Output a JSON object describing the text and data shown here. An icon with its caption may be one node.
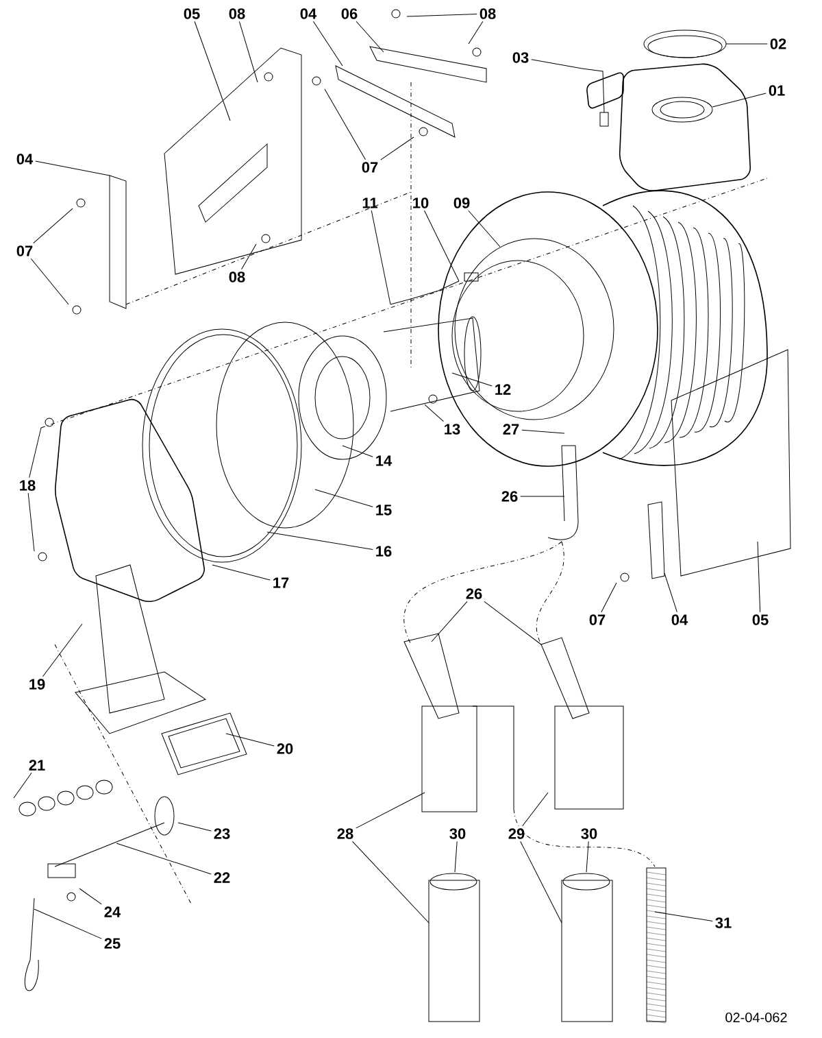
{
  "diagram": {
    "nodes": [
      {
        "text": [
          "05"
        ]
      },
      {
        "text": [
          "08"
        ]
      },
      {
        "text": [
          "04"
        ]
      },
      {
        "text": [
          "06"
        ]
      },
      {
        "text": [
          "08"
        ]
      },
      {
        "text": [
          "03"
        ]
      },
      {
        "text": [
          "02"
        ]
      },
      {
        "text": [
          "01"
        ]
      },
      {
        "text": [
          "04"
        ]
      },
      {
        "text": [
          "07"
        ]
      },
      {
        "text": [
          "07"
        ]
      },
      {
        "text": [
          "08"
        ]
      },
      {
        "text": [
          "11"
        ]
      },
      {
        "text": [
          "10"
        ]
      },
      {
        "text": [
          "09"
        ]
      },
      {
        "text": [
          "12"
        ]
      },
      {
        "text": [
          "13"
        ]
      },
      {
        "text": [
          "27"
        ]
      },
      {
        "text": [
          "14"
        ]
      },
      {
        "text": [
          "18"
        ]
      },
      {
        "text": [
          "26"
        ]
      },
      {
        "text": [
          "15"
        ]
      },
      {
        "text": [
          "16"
        ]
      },
      {
        "text": [
          "17"
        ]
      },
      {
        "text": [
          "07"
        ]
      },
      {
        "text": [
          "04"
        ]
      },
      {
        "text": [
          "05"
        ]
      },
      {
        "text": [
          "26"
        ]
      },
      {
        "text": [
          "19"
        ]
      },
      {
        "text": [
          "20"
        ]
      },
      {
        "text": [
          "21"
        ]
      },
      {
        "text": [
          "23"
        ]
      },
      {
        "text": [
          "28"
        ]
      },
      {
        "text": [
          "30"
        ]
      },
      {
        "text": [
          "29"
        ]
      },
      {
        "text": [
          "30"
        ]
      },
      {
        "text": [
          "22"
        ]
      },
      {
        "text": [
          "24"
        ]
      },
      {
        "text": [
          "25"
        ]
      },
      {
        "text": [
          "31"
        ]
      }
    ],
    "edges": [
      {
        "from": 0,
        "to": null,
        "arrow": "none"
      },
      {
        "from": 1,
        "to": null,
        "arrow": "none"
      },
      {
        "from": 2,
        "to": null,
        "arrow": "none"
      },
      {
        "from": 3,
        "to": null,
        "arrow": "none"
      },
      {
        "from": 4,
        "to": null,
        "arrow": "none"
      },
      {
        "from": 4,
        "to": null,
        "arrow": "none"
      },
      {
        "from": 5,
        "to": null,
        "arrow": "none"
      },
      {
        "from": 6,
        "to": null,
        "arrow": "none"
      },
      {
        "from": 7,
        "to": null,
        "arrow": "none"
      },
      {
        "from": 8,
        "to": null,
        "arrow": "none"
      },
      {
        "from": 9,
        "to": null,
        "arrow": "none"
      },
      {
        "from": 9,
        "to": null,
        "arrow": "none"
      },
      {
        "from": 10,
        "to": null,
        "arrow": "none"
      },
      {
        "from": 10,
        "to": null,
        "arrow": "none"
      },
      {
        "from": 11,
        "to": null,
        "arrow": "none"
      },
      {
        "from": 12,
        "to": null,
        "arrow": "none"
      },
      {
        "from": 13,
        "to": null,
        "arrow": "none"
      },
      {
        "from": 14,
        "to": null,
        "arrow": "none"
      },
      {
        "from": 15,
        "to": null,
        "arrow": "none"
      },
      {
        "from": 16,
        "to": null,
        "arrow": "none"
      },
      {
        "from": 17,
        "to": null,
        "arrow": "none"
      },
      {
        "from": 18,
        "to": null,
        "arrow": "none"
      },
      {
        "from": 19,
        "to": null,
        "arrow": "none"
      },
      {
        "from": 19,
        "to": null,
        "arrow": "none"
      },
      {
        "from": 20,
        "to": null,
        "arrow": "none"
      },
      {
        "from": 21,
        "to": null,
        "arrow": "none"
      },
      {
        "from": 22,
        "to": null,
        "arrow": "none"
      },
      {
        "from": 23,
        "to": null,
        "arrow": "none"
      },
      {
        "from": 24,
        "to": null,
        "arrow": "none"
      },
      {
        "from": 25,
        "to": null,
        "arrow": "none"
      },
      {
        "from": 26,
        "to": null,
        "arrow": "none"
      },
      {
        "from": 27,
        "to": null,
        "arrow": "none"
      },
      {
        "from": 27,
        "to": null,
        "arrow": "none"
      },
      {
        "from": 28,
        "to": null,
        "arrow": "none"
      },
      {
        "from": 29,
        "to": null,
        "arrow": "none"
      },
      {
        "from": 30,
        "to": null,
        "arrow": "none"
      },
      {
        "from": 31,
        "to": null,
        "arrow": "none"
      },
      {
        "from": 32,
        "to": null,
        "arrow": "none"
      },
      {
        "from": 32,
        "to": null,
        "arrow": "none"
      },
      {
        "from": 33,
        "to": null,
        "arrow": "none"
      },
      {
        "from": 34,
        "to": null,
        "arrow": "none"
      },
      {
        "from": 34,
        "to": null,
        "arrow": "none"
      },
      {
        "from": 35,
        "to": null,
        "arrow": "none"
      },
      {
        "from": 36,
        "to": null,
        "arrow": "none"
      },
      {
        "from": 37,
        "to": null,
        "arrow": "none"
      },
      {
        "from": 38,
        "to": null,
        "arrow": "none"
      },
      {
        "from": 39,
        "to": null,
        "arrow": "none"
      }
    ],
    "labels": [
      "02-04-062"
    ]
  }
}
